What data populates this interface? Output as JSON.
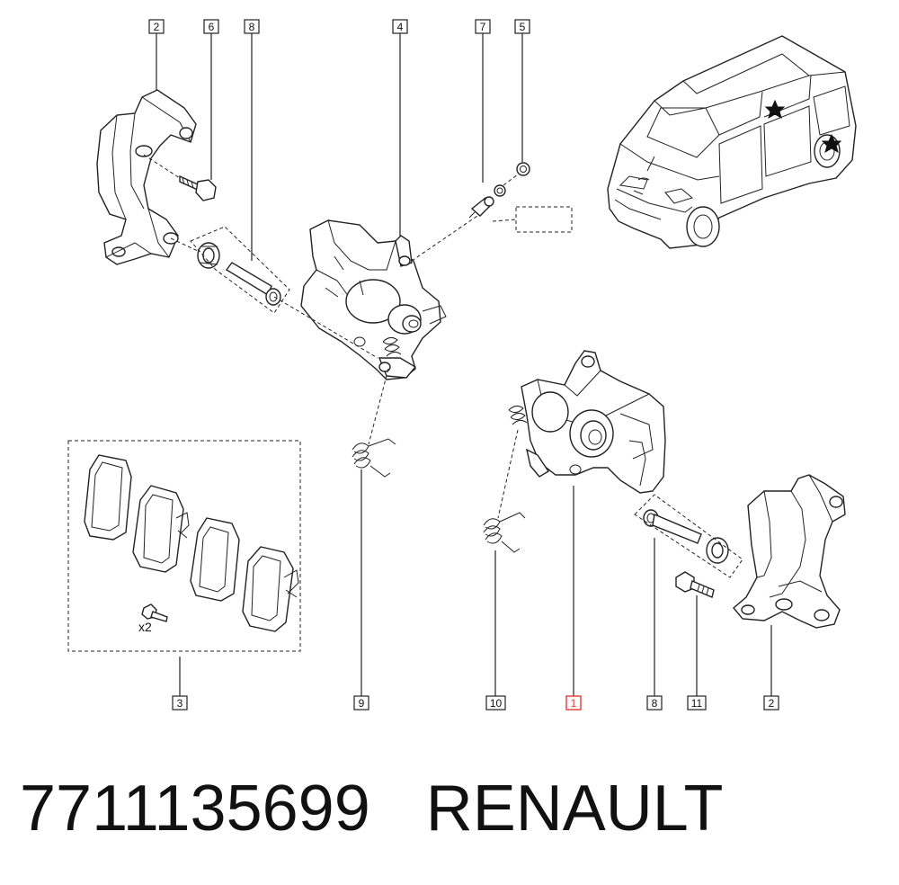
{
  "callouts": {
    "c2_top": "2",
    "c6": "6",
    "c8_top": "8",
    "c4": "4",
    "c7": "7",
    "c5": "5",
    "c3": "3",
    "c9": "9",
    "c10": "10",
    "c1": "1",
    "c8_bottom": "8",
    "c11": "11",
    "c2_bottom": "2"
  },
  "pad_kit_qty": "x2",
  "footer": {
    "part_number": "7711135699",
    "brand": "RENAULT"
  },
  "colors": {
    "line": "#222222",
    "highlight": "#e53935",
    "background": "#ffffff"
  }
}
